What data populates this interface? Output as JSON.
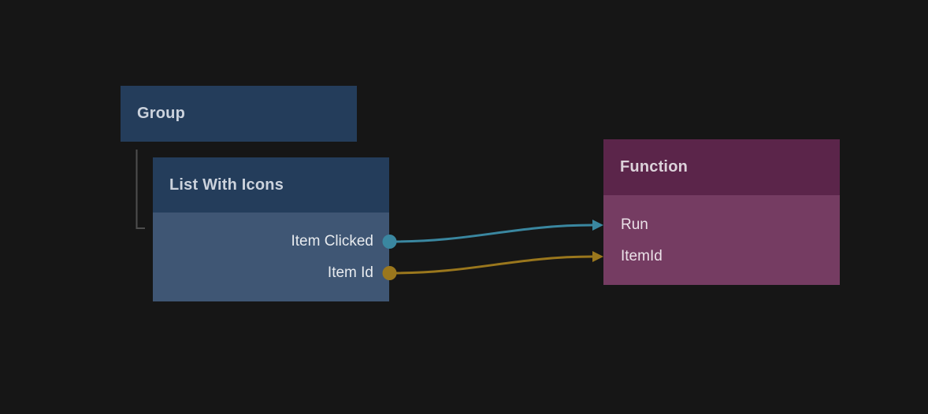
{
  "canvas": {
    "background": "#161616"
  },
  "nodes": [
    {
      "id": "group",
      "title": "Group",
      "colors": {
        "header": "#243d5b",
        "title": "#ccd3dd"
      }
    },
    {
      "id": "list-with-icons",
      "title": "List With Icons",
      "colors": {
        "header": "#243d5b",
        "body": "#3f5674",
        "title": "#ccd3dd"
      },
      "outputs": [
        {
          "label": "Item Clicked",
          "color": "#3a87a0"
        },
        {
          "label": "Item Id",
          "color": "#9a771d"
        }
      ]
    },
    {
      "id": "function",
      "title": "Function",
      "colors": {
        "header": "#5b254a",
        "body": "#753c62",
        "title": "#dcd2da"
      },
      "inputs": [
        {
          "label": "Run",
          "color": "#3a87a0"
        },
        {
          "label": "ItemId",
          "color": "#9a771d"
        }
      ]
    }
  ],
  "edges": [
    {
      "from": "list-with-icons.Item Clicked",
      "to": "function.Run",
      "color": "#3a87a0"
    },
    {
      "from": "list-with-icons.Item Id",
      "to": "function.ItemId",
      "color": "#9a771d"
    }
  ],
  "hierarchy": {
    "parent": "group",
    "child": "list-with-icons",
    "connector_color": "#4e4e4e"
  }
}
